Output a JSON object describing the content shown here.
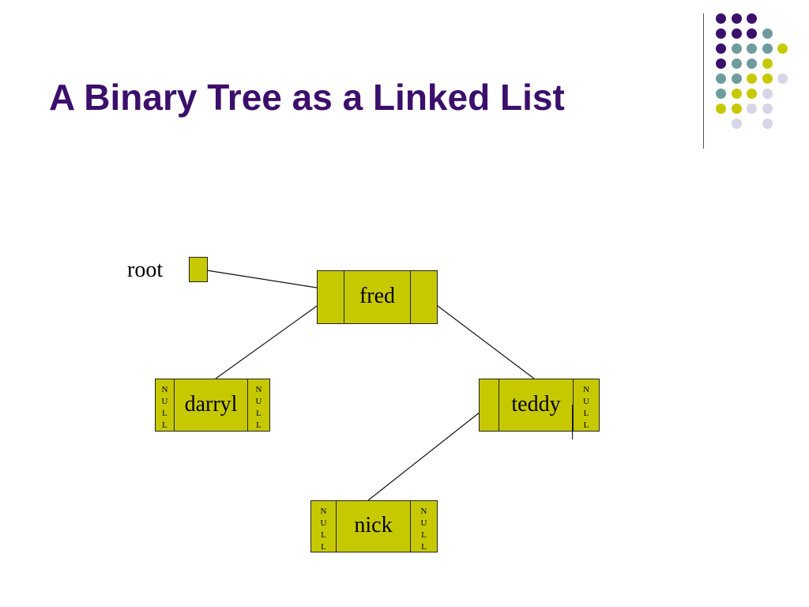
{
  "slide": {
    "title": "A Binary Tree as a Linked List",
    "colors": {
      "title": "#3b0f6b",
      "node_fill": "#c7c900",
      "dot_purple": "#3b0f6b",
      "dot_teal": "#6e9c9c",
      "dot_yellow": "#c7c900",
      "dot_lavender": "#d6d6e8"
    }
  },
  "diagram": {
    "root_label": "root",
    "null_label": "N\nU\nL\nL",
    "nodes": [
      {
        "id": "fred",
        "value": "fred",
        "left": "pointer",
        "right": "pointer"
      },
      {
        "id": "darryl",
        "value": "darryl",
        "left": "null",
        "right": "null"
      },
      {
        "id": "teddy",
        "value": "teddy",
        "left": "pointer",
        "right": "null"
      },
      {
        "id": "nick",
        "value": "nick",
        "left": "null",
        "right": "null"
      }
    ],
    "edges": [
      {
        "from": "root",
        "to": "fred"
      },
      {
        "from": "fred",
        "to": "darryl"
      },
      {
        "from": "fred",
        "to": "teddy"
      },
      {
        "from": "teddy",
        "to": "nick"
      }
    ]
  }
}
